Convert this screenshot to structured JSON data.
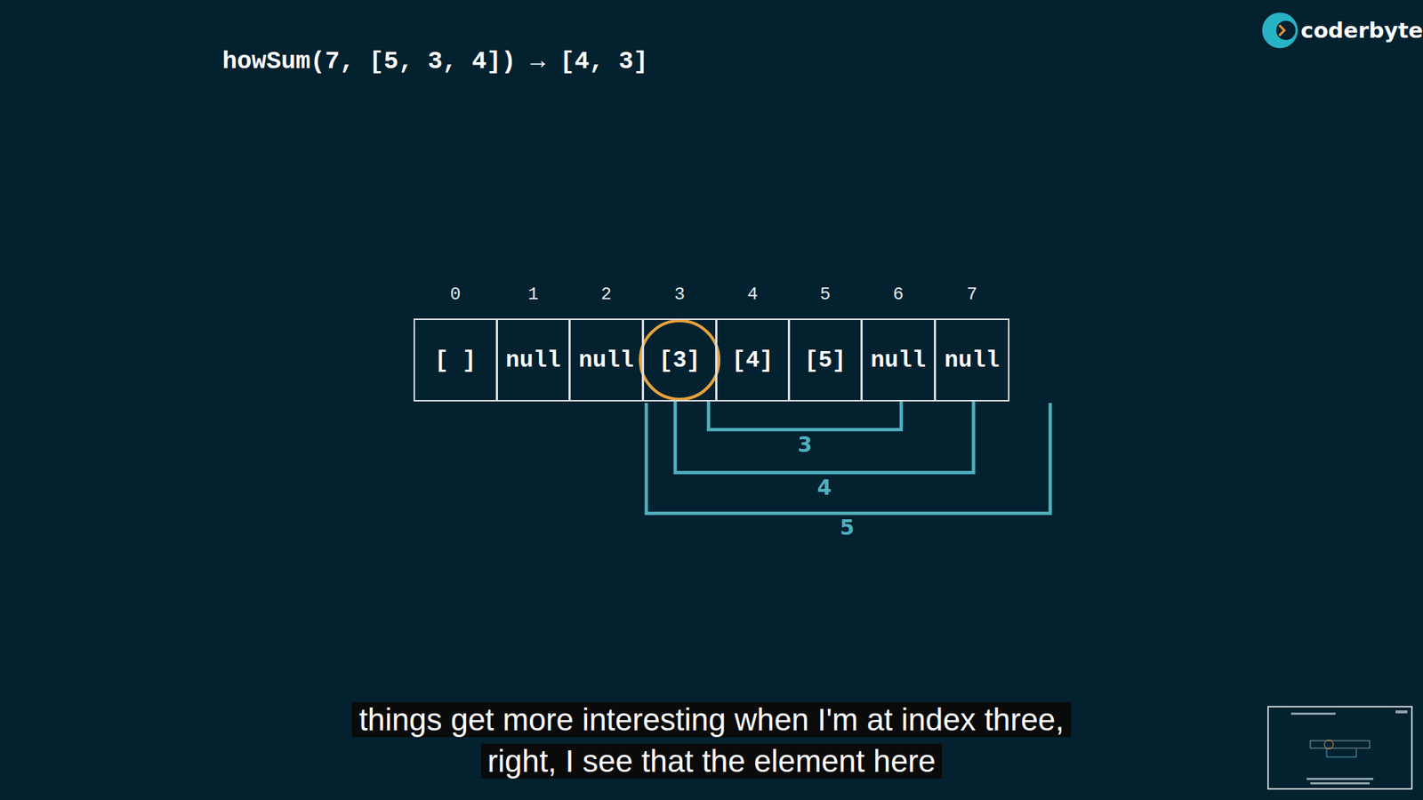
{
  "diagram": {
    "title": "howSum(7, [5, 3, 4]) → [4, 3]",
    "caption": "things get more interesting when I'm at index three, right, I see that the element here",
    "nodes": [
      {
        "text": [
          "0",
          "[ ]"
        ]
      },
      {
        "text": [
          "1",
          "null"
        ]
      },
      {
        "text": [
          "2",
          "null"
        ]
      },
      {
        "text": [
          "3",
          "[3]"
        ]
      },
      {
        "text": [
          "4",
          "[4]"
        ]
      },
      {
        "text": [
          "5",
          "[5]"
        ]
      },
      {
        "text": [
          "6",
          "null"
        ]
      },
      {
        "text": [
          "7",
          "null"
        ]
      }
    ],
    "edges": [
      {
        "from": 3,
        "to": 6,
        "label": "3",
        "arrow": "none"
      },
      {
        "from": 3,
        "to": 7,
        "label": "4",
        "arrow": "none"
      }
    ],
    "labels": [
      "coderbyte",
      "5"
    ]
  }
}
